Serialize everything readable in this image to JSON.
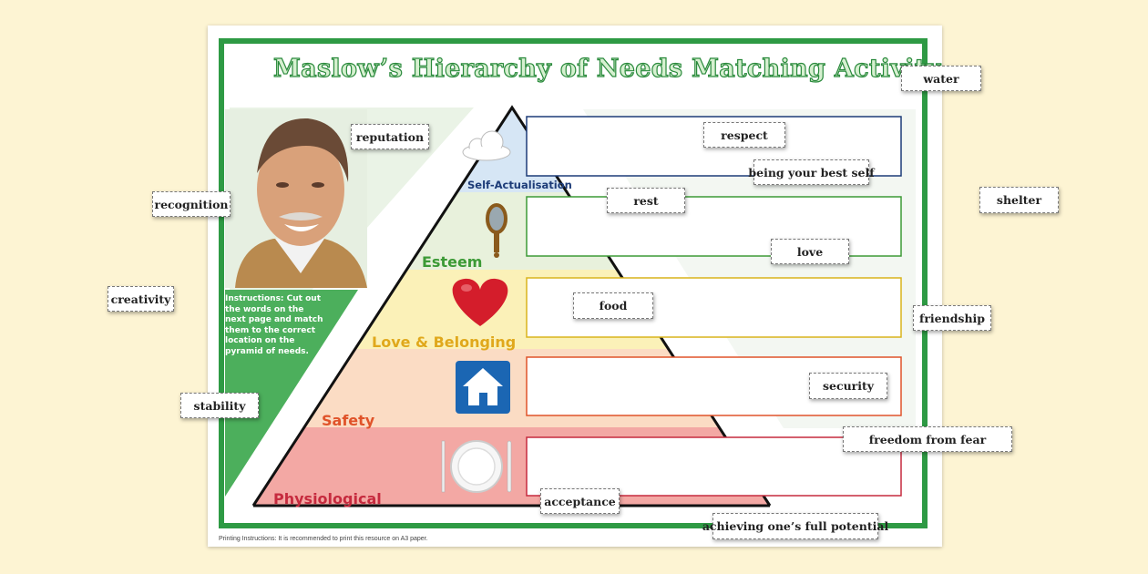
{
  "page": {
    "title": "Maslow’s Hierarchy of Needs Matching Activity",
    "instructions": "Instructions: Cut out the words on the next page and match them to the correct location on the pyramid of needs.",
    "printing_note": "Printing Instructions: It is recommended to print this resource on A3 paper."
  },
  "levels": [
    {
      "label": "Self-Actualisation",
      "color": "#1d3c78",
      "icon": "cloud-icon"
    },
    {
      "label": "Esteem",
      "color": "#3c9a36",
      "icon": "mirror-icon"
    },
    {
      "label": "Love & Belonging",
      "color": "#e0a81c",
      "icon": "heart-icon"
    },
    {
      "label": "Safety",
      "color": "#e0532a",
      "icon": "house-icon"
    },
    {
      "label": "Physiological",
      "color": "#c62a3e",
      "icon": "plate-icon"
    }
  ],
  "cards": {
    "water": "water",
    "reputation": "reputation",
    "respect": "respect",
    "being_your_best_self": "being your best self",
    "recognition": "recognition",
    "rest": "rest",
    "shelter": "shelter",
    "love": "love",
    "creativity": "creativity",
    "food": "food",
    "friendship": "friendship",
    "security": "security",
    "stability": "stability",
    "freedom_from_fear": "freedom from fear",
    "acceptance": "acceptance",
    "achieving_full_potential": "achieving one’s full potential"
  },
  "colors": {
    "background": "#fdf4d3",
    "frame": "#2e9a44",
    "band_self_actualisation": "#d6e6f5",
    "band_esteem": "#e8f1dc",
    "band_love": "#fbf1b8",
    "band_safety": "#fbdcc4",
    "band_physiological": "#f3a8a4"
  }
}
